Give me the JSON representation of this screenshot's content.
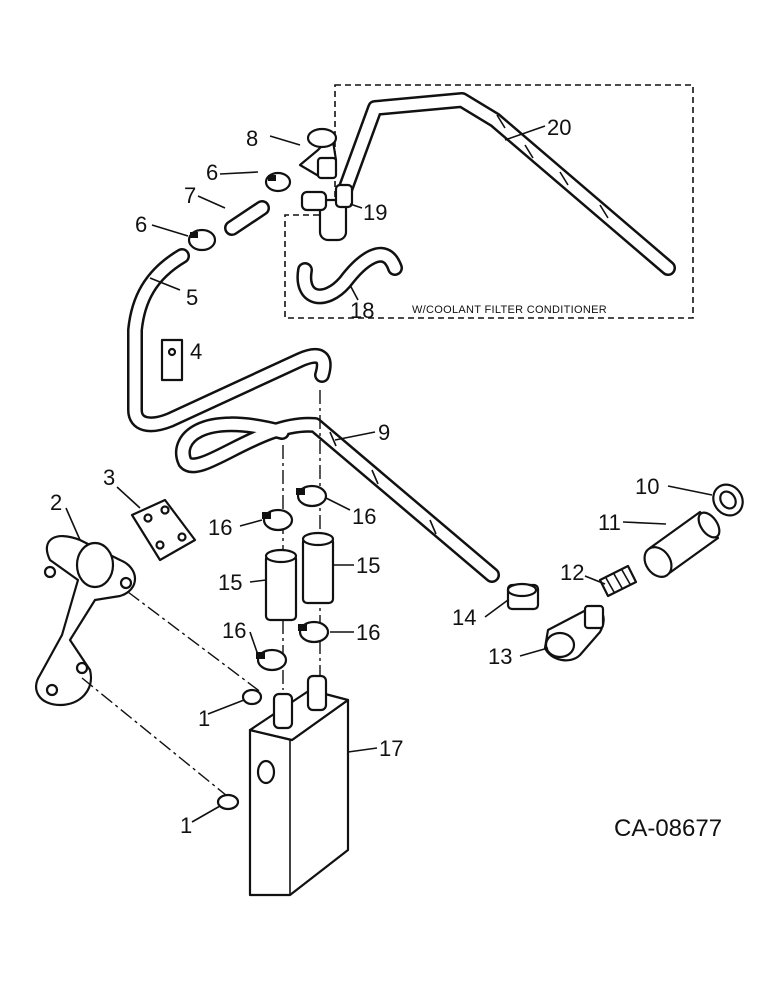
{
  "callouts": {
    "c1a": "1",
    "c1b": "1",
    "c2": "2",
    "c3": "3",
    "c4": "4",
    "c5": "5",
    "c6a": "6",
    "c6b": "6",
    "c7": "7",
    "c8": "8",
    "c9": "9",
    "c10": "10",
    "c11": "11",
    "c12": "12",
    "c13": "13",
    "c14": "14",
    "c15a": "15",
    "c15b": "15",
    "c16a": "16",
    "c16b": "16",
    "c16c": "16",
    "c16d": "16",
    "c17": "17",
    "c18": "18",
    "c19": "19",
    "c20": "20"
  },
  "box_label": "W/COOLANT FILTER CONDITIONER",
  "reference": "CA-08677"
}
